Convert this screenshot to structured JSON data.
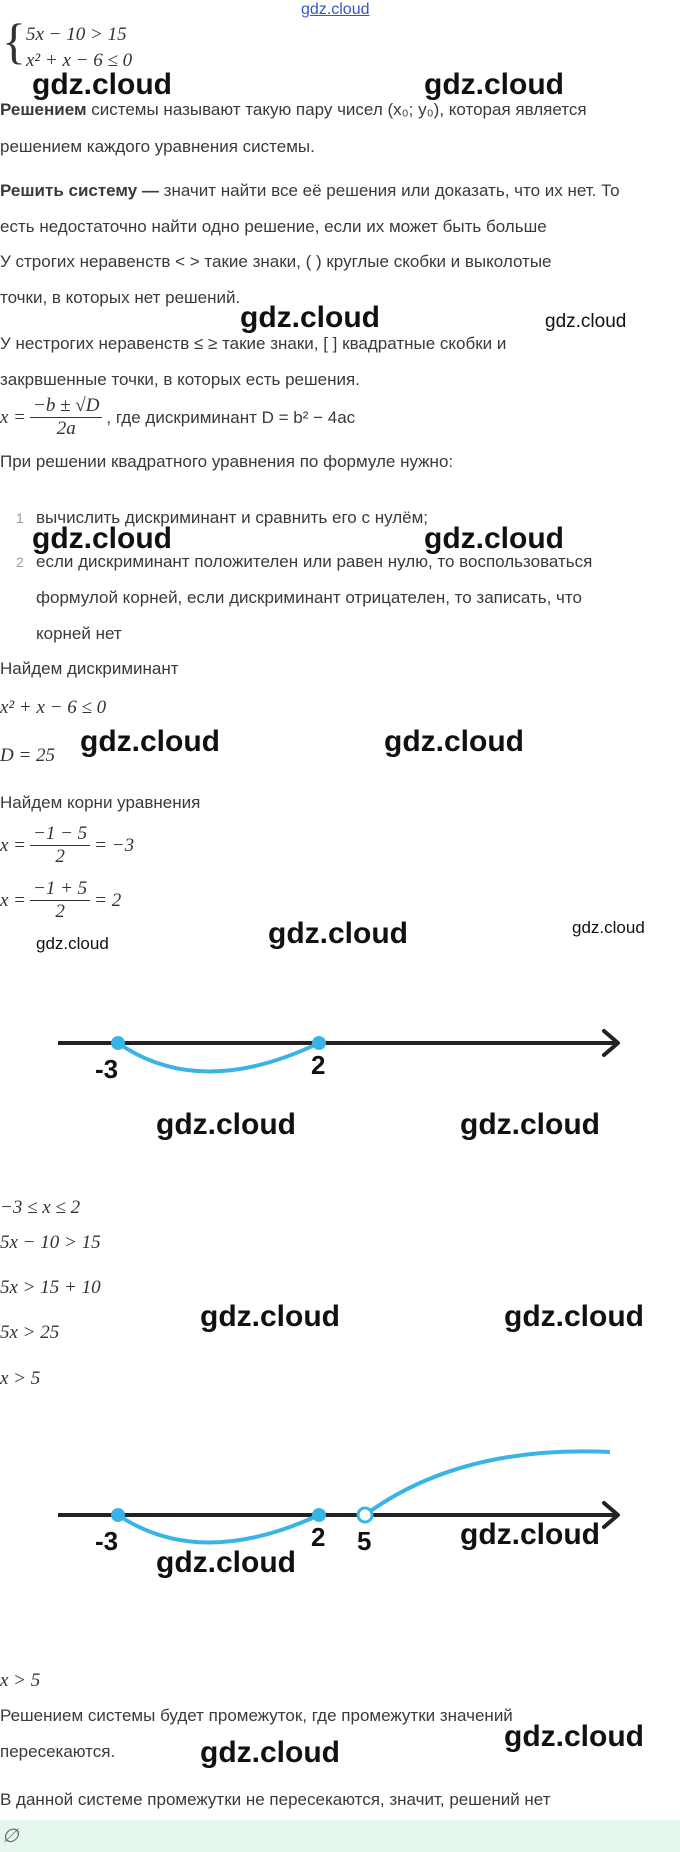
{
  "header": {
    "site_label": "gdz.cloud"
  },
  "system": {
    "eq1": "5x − 10  >  15",
    "eq2": "x² + x − 6  ≤  0"
  },
  "paragraphs": {
    "p1_bold": "Решением",
    "p1_rest": " системы называют такую пару чисел (x₀; y₀), которая является",
    "p1_line2": "решением каждого уравнения системы.",
    "p2_bold": "Решить систему —",
    "p2_rest": " значит найти все её решения или доказать, что их нет. То",
    "p2_line2": "есть недостаточно найти одно решение, если их может быть больше",
    "p3_line1": "У строгих неравенств < > такие знаки, ( ) круглые скобки и выколотые",
    "p3_line2": "точки, в которых нет решений.",
    "p4_line1": "У нестрогих неравенств ≤ ≥ такие знаки, [ ] квадратные скобки и",
    "p4_line2": "закрвшенные точки, в которых есть решения.",
    "formula_lhs": "x =",
    "formula_num": "−b ± √D",
    "formula_den": "2a",
    "formula_rest": ", где дискриминант D = b² − 4ac",
    "p5": "При решении квадратного уравнения по формуле нужно:"
  },
  "steps": [
    {
      "num": "1",
      "line1": "вычислить дискриминант и сравнить его с нулём;",
      "line2": "",
      "line3": ""
    },
    {
      "num": "2",
      "line1": "если дискриминант положителен или равен нулю, то воспользоваться",
      "line2": "формулой корней, если дискриминант отрицателен, то записать, что",
      "line3": "корней нет"
    }
  ],
  "solution": {
    "find_d": "Найдем дискриминант",
    "ineq2": "x² + x − 6  ≤  0",
    "d_value": "D = 25",
    "find_roots": "Найдем корни уравнения",
    "root1_lhs": "x =",
    "root1_num": "−1 − 5",
    "root1_den": "2",
    "root1_rhs": "= −3",
    "root2_lhs": "x =",
    "root2_num": "−1 + 5",
    "root2_den": "2",
    "root2_rhs": "= 2",
    "interval1": "−3  ≤  x  ≤  2",
    "step_a": "5x − 10  >  15",
    "step_b": "5x  >  15 + 10",
    "step_c": "5x  >  25",
    "step_d": "x  >  5",
    "result_x": "x  >  5",
    "conclusion1": "Решением системы будет промежуток, где промежутки значений",
    "conclusion2": "пересекаются.",
    "conclusion3": "В данной системе промежутки не пересекаются, значит, решений нет",
    "answer": "∅"
  },
  "number_line_1": {
    "labels": [
      "-3",
      "2"
    ]
  },
  "number_line_2": {
    "labels": [
      "-3",
      "2",
      "5"
    ]
  },
  "watermarks": {
    "large": "gdz.cloud",
    "small": "gdz.cloud"
  },
  "colors": {
    "arc": "#3ab4e6",
    "axis": "#222222",
    "answer_bg": "#e6f7ee",
    "header_link": "#3355cc"
  }
}
